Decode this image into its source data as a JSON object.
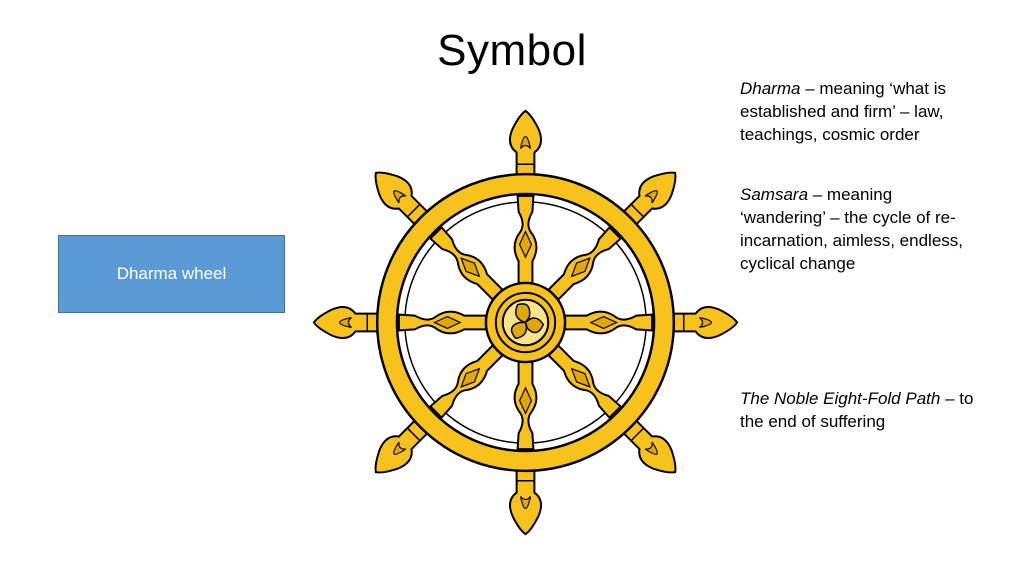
{
  "slide": {
    "title": "Symbol"
  },
  "box": {
    "label": "Dharma wheel",
    "fill": "#5B9BD5",
    "border": "#41719C"
  },
  "wheel": {
    "gold": "#F7C21C",
    "gold_dark": "#E0A800",
    "outline": "#000000",
    "center_fill": "#FBE38A"
  },
  "notes": [
    {
      "term": "Dharma",
      "text": " – meaning ‘what is established and firm’ – law, teachings, cosmic order"
    },
    {
      "term": "Samsara",
      "text": " – meaning ‘wandering’ – the cycle of re-incarnation, aimless, endless, cyclical change"
    },
    {
      "term": "The Noble Eight-Fold Path",
      "text": " – to the end of suffering"
    }
  ]
}
